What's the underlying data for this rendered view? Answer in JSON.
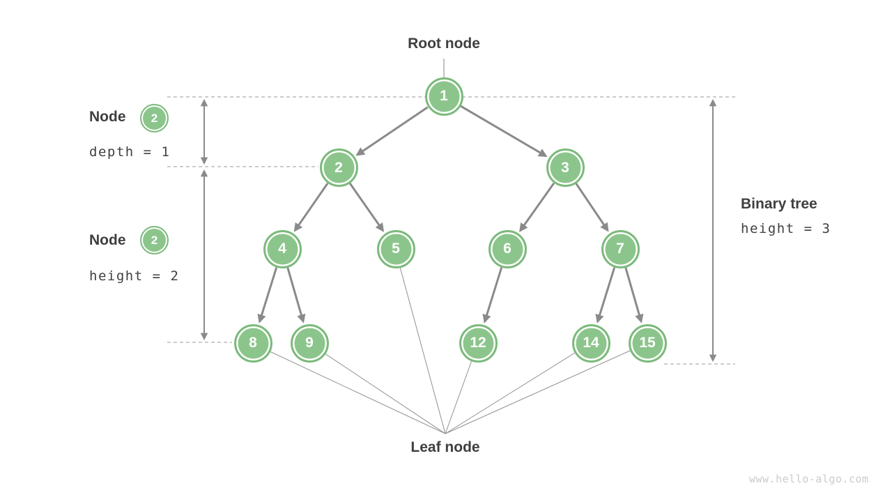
{
  "figure": {
    "root_label": "Root node",
    "leaf_label": "Leaf node",
    "watermark": "www.hello-algo.com"
  },
  "tree": {
    "nodes": [
      {
        "value": "1"
      },
      {
        "value": "2"
      },
      {
        "value": "3"
      },
      {
        "value": "4"
      },
      {
        "value": "5"
      },
      {
        "value": "6"
      },
      {
        "value": "7"
      },
      {
        "value": "8"
      },
      {
        "value": "9"
      },
      {
        "value": "12"
      },
      {
        "value": "14"
      },
      {
        "value": "15"
      }
    ],
    "edges": [
      {
        "from": "1",
        "to": "2"
      },
      {
        "from": "1",
        "to": "3"
      },
      {
        "from": "2",
        "to": "4"
      },
      {
        "from": "2",
        "to": "5"
      },
      {
        "from": "3",
        "to": "6"
      },
      {
        "from": "3",
        "to": "7"
      },
      {
        "from": "4",
        "to": "8"
      },
      {
        "from": "4",
        "to": "9"
      },
      {
        "from": "6",
        "to": "12"
      },
      {
        "from": "7",
        "to": "14"
      },
      {
        "from": "7",
        "to": "15"
      }
    ],
    "leaf_nodes": [
      "8",
      "9",
      "5",
      "12",
      "14",
      "15"
    ]
  },
  "annotations": {
    "depth": {
      "title": "Node",
      "badge": "2",
      "formula": "depth = 1"
    },
    "node_height": {
      "title": "Node",
      "badge": "2",
      "formula": "height = 2"
    },
    "tree_height": {
      "title": "Binary tree",
      "formula": "height = 3"
    }
  },
  "colors": {
    "node_fill": "#8CC58C",
    "node_ring": "#7CBA7C",
    "node_text": "#FFFFFF",
    "edge_arrow": "#8A8A8A",
    "dashed_line": "#ADADAD",
    "thin_line": "#8F8F8F",
    "label_text": "#3F3F3F",
    "watermark": "#CBCBCB"
  }
}
